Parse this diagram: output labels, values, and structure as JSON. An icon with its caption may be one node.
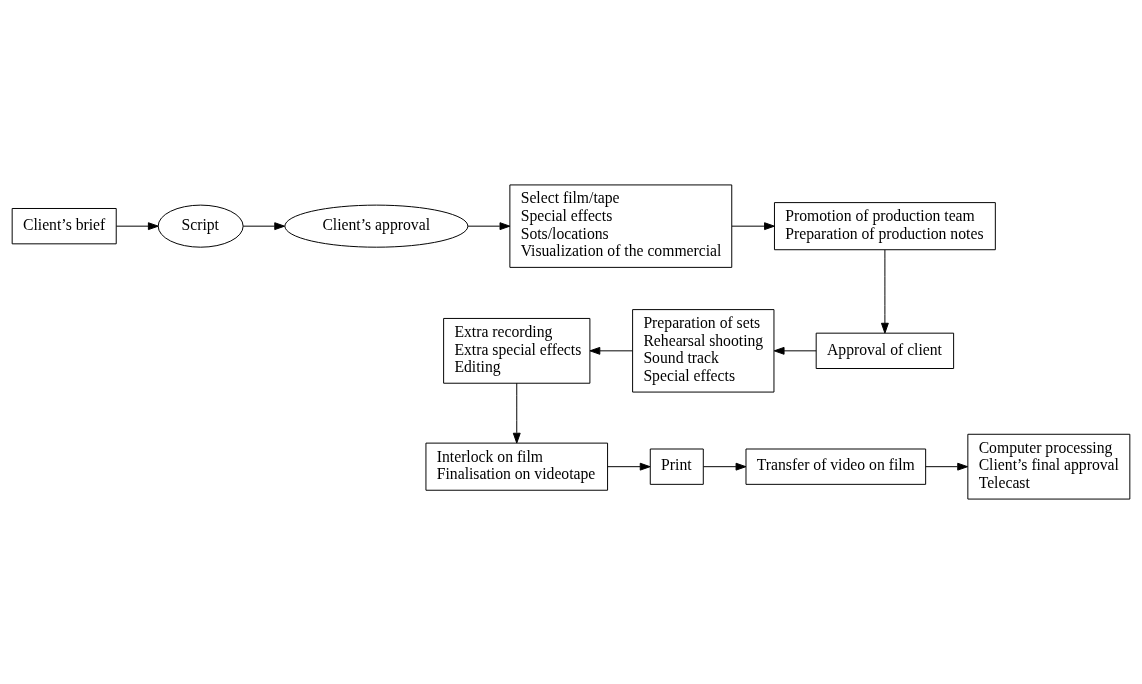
{
  "diagram": {
    "nodes": [
      {
        "text": [
          "Client’s brief"
        ]
      },
      {
        "text": [
          "Script"
        ]
      },
      {
        "text": [
          "Client’s approval"
        ]
      },
      {
        "text": [
          "Select film/tape",
          "Special effects",
          "Sots/locations",
          "Visualization of the commercial"
        ]
      },
      {
        "text": [
          "Promotion of production team",
          "Preparation of production notes"
        ]
      },
      {
        "text": [
          "Approval of client"
        ]
      },
      {
        "text": [
          "Preparation of sets",
          "Rehearsal shooting",
          "Sound track",
          "Special effects"
        ]
      },
      {
        "text": [
          "Extra recording",
          "Extra special effects",
          "Editing"
        ]
      },
      {
        "text": [
          "Interlock on film",
          "Finalisation on videotape"
        ]
      },
      {
        "text": [
          "Print"
        ]
      },
      {
        "text": [
          "Transfer of video on film"
        ]
      },
      {
        "text": [
          "Computer processing",
          "Client’s final approval",
          "Telecast"
        ]
      }
    ],
    "edges": [
      {
        "from": 0,
        "to": 1,
        "arrow": "to"
      },
      {
        "from": 1,
        "to": 2,
        "arrow": "to"
      },
      {
        "from": 2,
        "to": 3,
        "arrow": "to"
      },
      {
        "from": 3,
        "to": 4,
        "arrow": "to"
      },
      {
        "from": 4,
        "to": 5,
        "arrow": "to"
      },
      {
        "from": 5,
        "to": 6,
        "arrow": "to"
      },
      {
        "from": 6,
        "to": 7,
        "arrow": "to"
      },
      {
        "from": 7,
        "to": 8,
        "arrow": "to"
      },
      {
        "from": 8,
        "to": 9,
        "arrow": "to"
      },
      {
        "from": 9,
        "to": 10,
        "arrow": "to"
      },
      {
        "from": 10,
        "to": 11,
        "arrow": "to"
      }
    ]
  }
}
